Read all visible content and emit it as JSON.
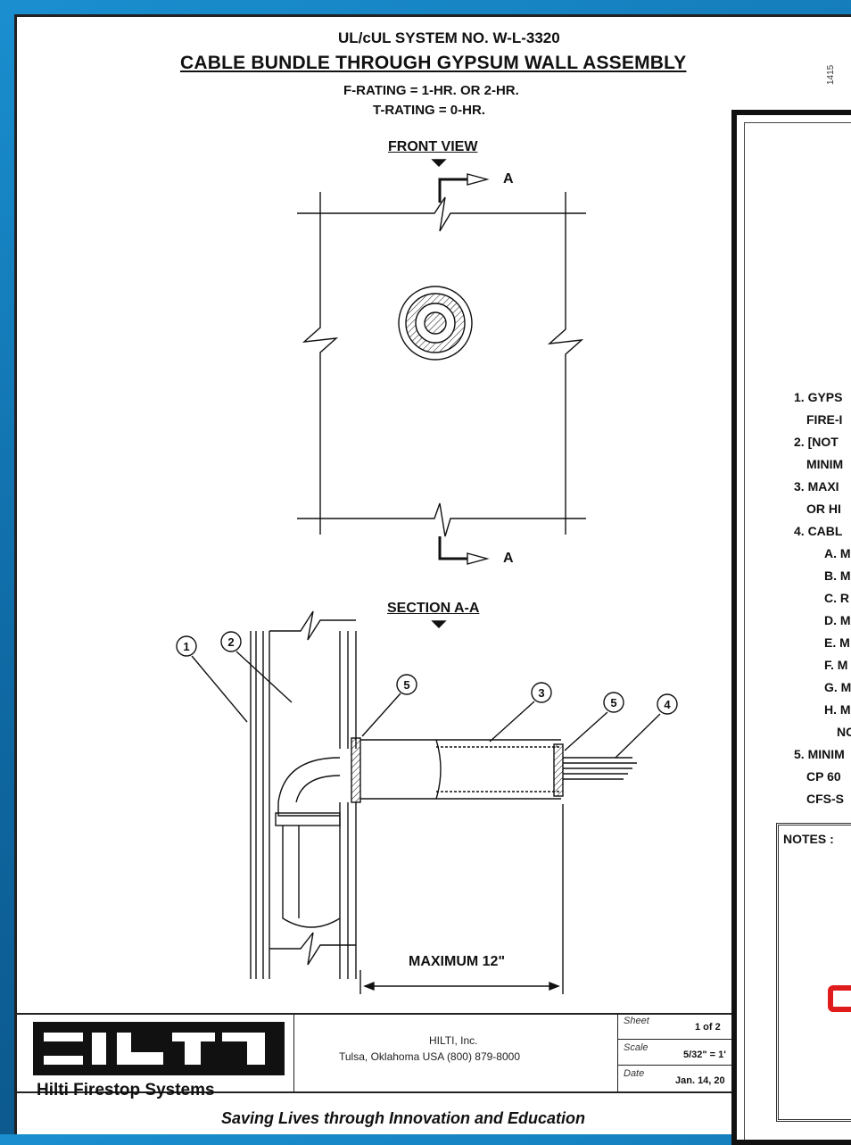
{
  "header": {
    "system_no": "UL/cUL SYSTEM NO. W-L-3320",
    "title": "CABLE BUNDLE THROUGH GYPSUM WALL ASSEMBLY",
    "f_rating": "F-RATING = 1-HR. OR 2-HR.",
    "t_rating": "T-RATING = 0-HR."
  },
  "front_view": {
    "label": "FRONT VIEW",
    "section_mark_top": "A",
    "section_mark_bottom": "A"
  },
  "section_view": {
    "label": "SECTION A-A",
    "callouts": [
      "1",
      "2",
      "5",
      "3",
      "5",
      "4"
    ],
    "dimension_label": "MAXIMUM 12\""
  },
  "title_block": {
    "logo_text": "HILTI",
    "logo_subtitle": "Hilti Firestop Systems",
    "company": "HILTI, Inc.",
    "address": "Tulsa, Oklahoma USA (800) 879-8000",
    "sheet_label": "Sheet",
    "sheet_value": "1 of 2",
    "scale_label": "Scale",
    "scale_value": "5/32\" = 1'",
    "date_label": "Date",
    "date_value": "Jan. 14, 20",
    "slogan": "Saving Lives through Innovation and Education"
  },
  "second_sheet": {
    "vertical_code": "1415",
    "list_items": [
      "1. GYPS",
      "FIRE-I",
      "2. [NOT",
      "MINIM",
      "3. MAXI",
      "OR HI",
      "4. CABL",
      "A. M",
      "B. M",
      "C. R",
      "D. M",
      "E. M",
      "F. M",
      "G. M",
      "H. M",
      "NC",
      "5. MINIM",
      "CP 60",
      "CFS-S"
    ],
    "notes_label": "NOTES :"
  },
  "colors": {
    "background": "#1a8fd0",
    "sheet": "#ffffff",
    "ink": "#111111",
    "highlight": "#e01b1b"
  }
}
